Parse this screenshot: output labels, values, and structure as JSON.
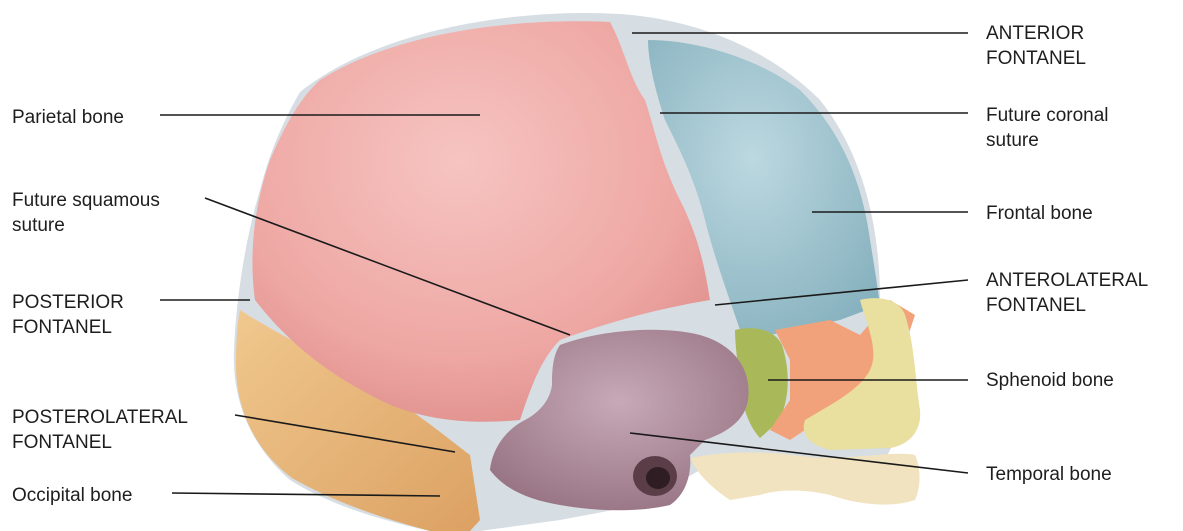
{
  "labels": {
    "parietal_bone": [
      "Parietal bone"
    ],
    "future_squamous_suture": [
      "Future squamous",
      "suture"
    ],
    "posterior_fontanel": [
      "POSTERIOR",
      "FONTANEL"
    ],
    "posterolateral_fontanel": [
      "POSTEROLATERAL",
      "FONTANEL"
    ],
    "occipital_bone": [
      "Occipital bone"
    ],
    "anterior_fontanel": [
      "ANTERIOR",
      "FONTANEL"
    ],
    "future_coronal_suture": [
      "Future coronal",
      "suture"
    ],
    "frontal_bone": [
      "Frontal bone"
    ],
    "anterolateral_fontanel": [
      "ANTEROLATERAL",
      "FONTANEL"
    ],
    "sphenoid_bone": [
      "Sphenoid bone"
    ],
    "temporal_bone": [
      "Temporal bone"
    ]
  },
  "colors": {
    "parietal": "#efa9a6",
    "frontal": "#9fc4cf",
    "occipital": "#eab777",
    "temporal": "#ad8b9c",
    "sphenoid": "#a9b95a",
    "zygomatic_orange": "#f2a27a",
    "maxilla_yellow": "#eae0a0",
    "mandible": "#f1e3bf",
    "fontanel_membrane": "#d8dfe5",
    "leader_line": "#1a1a1a"
  }
}
